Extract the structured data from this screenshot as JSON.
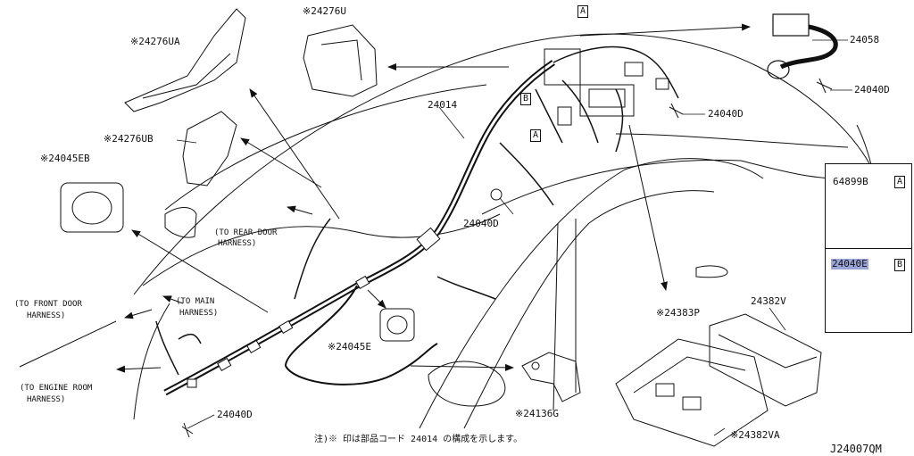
{
  "parts": {
    "p24276U": "※24276U",
    "p24276UA": "※24276UA",
    "p24276UB": "※24276UB",
    "p24045EB": "※24045EB",
    "p24014": "24014",
    "p24058": "24058",
    "p24040D_top": "24040D",
    "p24040D_mid": "24040D",
    "p24040D_center": "24040D",
    "p24040D_bottom": "24040D",
    "p24045E": "※24045E",
    "p24136G": "※24136G",
    "p24383P": "※24383P",
    "p24382V": "24382V",
    "p24382VA": "※24382VA"
  },
  "callouts": {
    "rear_door_1": "(TO REAR DOOR",
    "rear_door_2": "HARNESS)",
    "front_door_1": "(TO FRONT DOOR",
    "front_door_2": "HARNESS)",
    "main_1": "(TO MAIN",
    "main_2": "HARNESS)",
    "engine_1": "(TO ENGINE ROOM",
    "engine_2": "HARNESS)"
  },
  "markers": {
    "a": "A",
    "b": "B"
  },
  "legend": {
    "item_a_code": "64899B",
    "item_a_ref": "A",
    "item_b_code": "24040E",
    "item_b_ref": "B"
  },
  "footnote": "注)※ 印は部品コード 24014 の構成を示します。",
  "diagram_id": "J24007QM",
  "colors": {
    "highlight": "#9aa4d8",
    "line": "#111111"
  }
}
